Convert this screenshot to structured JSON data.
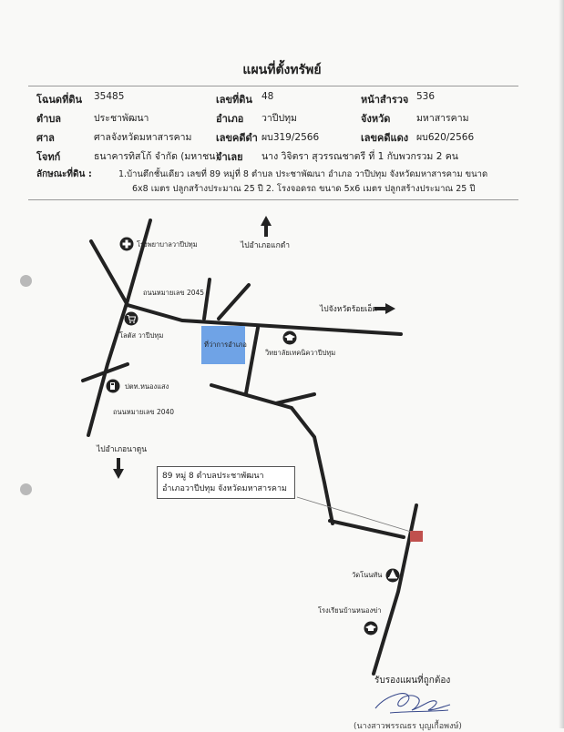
{
  "title": "แผนที่ตั้งทรัพย์",
  "info": {
    "row1": {
      "l1": "โฉนดที่ดิน",
      "v1": "35485",
      "l2": "เลขที่ดิน",
      "v2": "48",
      "l3": "หน้าสำรวจ",
      "v3": "536"
    },
    "row2": {
      "l1": "ตำบล",
      "v1": "ประชาพัฒนา",
      "l2": "อำเภอ",
      "v2": "วาปีปทุม",
      "l3": "จังหวัด",
      "v3": "มหาสารคาม"
    },
    "row3": {
      "l1": "ศาล",
      "v1": "ศาลจังหวัดมหาสารคาม",
      "l2": "เลขคดีดำ",
      "v2": "ผบ319/2566",
      "l3": "เลขคดีแดง",
      "v3": "ผบ620/2566"
    },
    "row4": {
      "l1": "โจทก์",
      "v1": "ธนาคารทิสโก้ จำกัด (มหาชน)",
      "l2": "จำเลย",
      "v2": "นาง วิจิตรา สุวรรณชาตรี  ที่ 1  กับพวกรวม 2 คน"
    },
    "row5": {
      "l1": "ลักษณะที่ดิน :",
      "line1": "1.บ้านตึกชั้นเดียว เลขที่ 89 หมู่ที่ 8 ตำบล ประชาพัฒนา อำเภอ วาปีปทุม จังหวัดมหาสารคาม ขนาด",
      "line2": "6x8 เมตร ปลูกสร้างประมาณ 25 ปี  2. โรงจอดรถ ขนาด 5x6 เมตร ปลูกสร้างประมาณ 25 ปี"
    }
  },
  "map": {
    "to_old_district": "ไปอำเภอแกดำ",
    "hospital": "โรงพยาบาลวาปีปทุม",
    "road_2045": "ถนนหมายเลข 2045",
    "to_roiet": "ไปจังหวัดร้อยเอ็ด",
    "lotus": "โลตัส วาปีปทุม",
    "district_office": "ที่ว่าการอำเภอ",
    "college": "วิทยาลัยเทคนิควาปีปทุม",
    "ptt": "ปตท.หนองแสง",
    "road_2040": "ถนนหมายเลข 2040",
    "to_nadun": "ไปอำเภอนาดูน",
    "temple": "วัดโนนทัน",
    "school": "โรงเรียนบ้านหนองข่า",
    "callout_line1": "89 หมู่ 8 ตำบลประชาพัฒนา",
    "callout_line2": "อำเภอวาปีปทุม จังหวัดมหาสารคาม"
  },
  "footer": {
    "certify": "รับรองแผนที่ถูกต้อง",
    "name": "(นางสาวพรรณธร บุญเกื้อพงษ์)"
  },
  "colors": {
    "district_office": "#6fa3e6",
    "property": "#c0504d"
  }
}
